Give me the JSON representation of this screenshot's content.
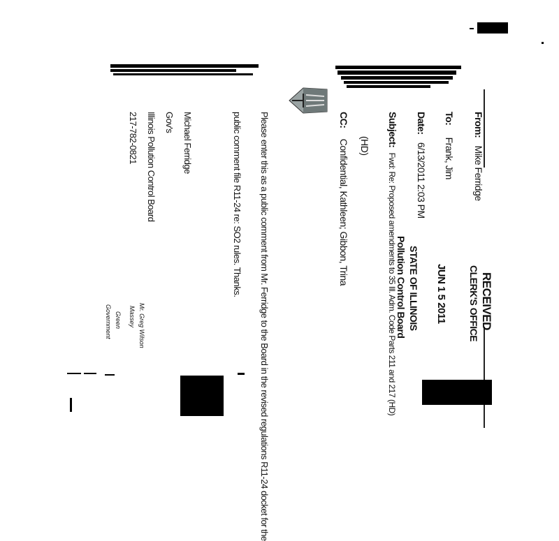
{
  "memo": {
    "from_label": "From:",
    "from_value": "Mike Ferridge",
    "to_label": "To:",
    "to_value": "Frank, Jim",
    "date_label": "Date:",
    "date_value": "6/13/2011 2:03 PM",
    "subject_label": "Subject:",
    "subject_value": "Fwd: Re: Proposed amendments to 35 Ill. Adm. Code Parts 211 and 217 (HD)",
    "subject_cont": "(HD)",
    "cc_label": "CC:",
    "cc_value": "Confidential, Kathleen; Gibbon, Trina",
    "body_line1": "Please enter this as a public comment from Mr. Ferridge to the Board in the revised regulations R11-24 docket for the",
    "body_line2": "public comment file R11-24 re: SO2 rules. Thanks.",
    "sig_name": "Michael Ferridge",
    "sig_title": "Gov's",
    "sig_org": "Illinois Pollution Control Board",
    "sig_phone": "217-782-0821"
  },
  "stamp": {
    "line1": "RECEIVED",
    "line2": "CLERK'S OFFICE",
    "date": "JUN 1 5 2011",
    "state": "STATE OF ILLINOIS",
    "board": "Pollution Control Board"
  },
  "handwritten": {
    "line1": "Mr. Greg Wilson",
    "line2": "Massey",
    "line3": "Green",
    "line4": "Government"
  }
}
